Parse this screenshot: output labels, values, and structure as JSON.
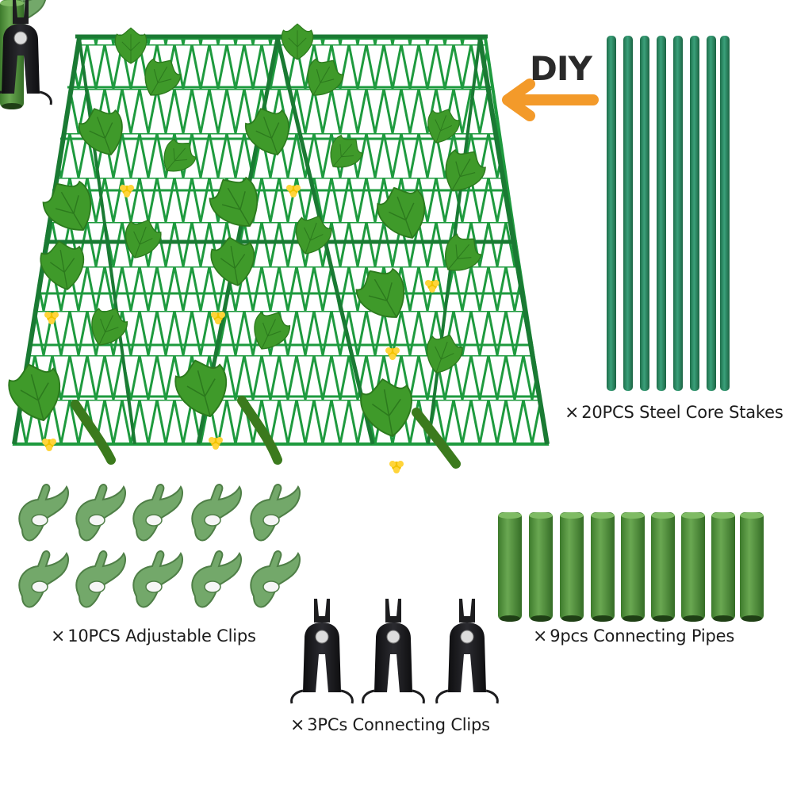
{
  "diy": {
    "label": "DIY"
  },
  "labels": {
    "stakes": {
      "prefix": "×",
      "text": "20PCS Steel Core Stakes"
    },
    "adj_clips": {
      "prefix": "×",
      "text": "10PCS Adjustable Clips"
    },
    "pipes": {
      "prefix": "×",
      "text": "9pcs Connecting Pipes"
    },
    "conn_clips": {
      "prefix": "×",
      "text": "3PCs Connecting Clips"
    }
  },
  "colors": {
    "trellis_green": "#1e9a3e",
    "stake_green": "#2f8c62",
    "clip_green": "#73a86a",
    "pipe_green": "#4f8a3c",
    "connector_black": "#1d1d1f",
    "arrow_orange": "#f39a2a",
    "leaf_green": "#3f9a2a",
    "flower_yellow": "#f2c300"
  },
  "icons": {
    "trellis": "a-frame-trellis-with-cucumber-vines",
    "arrow": "left-arrow-icon",
    "stake": "steel-stake-icon",
    "clip": "adjustable-clip-icon",
    "pipe": "connecting-pipe-icon",
    "connector": "connecting-clip-icon"
  }
}
